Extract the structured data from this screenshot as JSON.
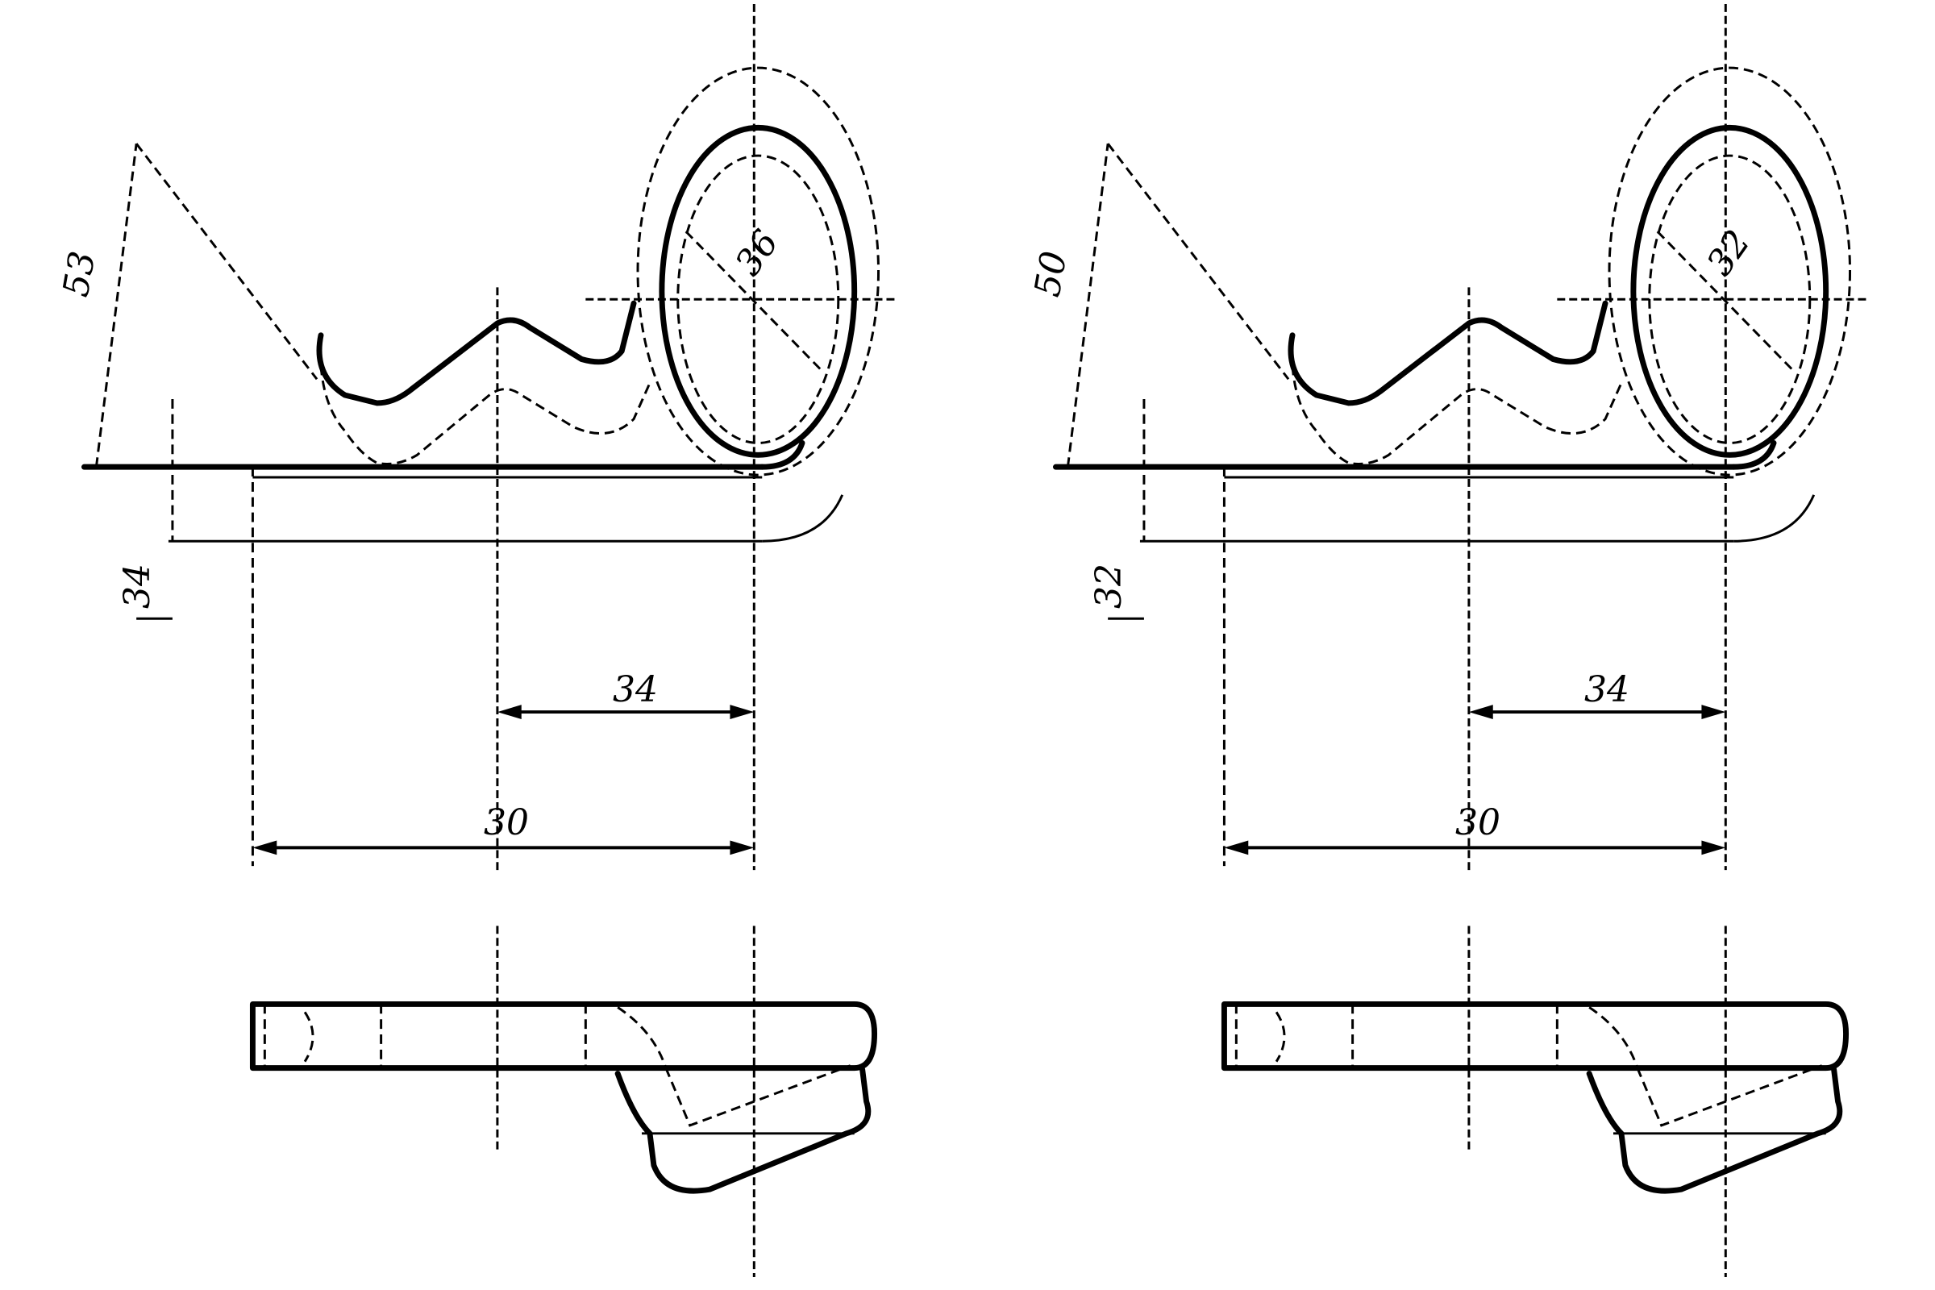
{
  "views": [
    {
      "id": "left",
      "dims": {
        "d1": "53",
        "d2": "34",
        "d3": "30",
        "d4": "36",
        "d5": "34"
      }
    },
    {
      "id": "right",
      "dims": {
        "d1": "50",
        "d2": "34",
        "d3": "30",
        "d4": "32",
        "d5": "32"
      }
    }
  ]
}
